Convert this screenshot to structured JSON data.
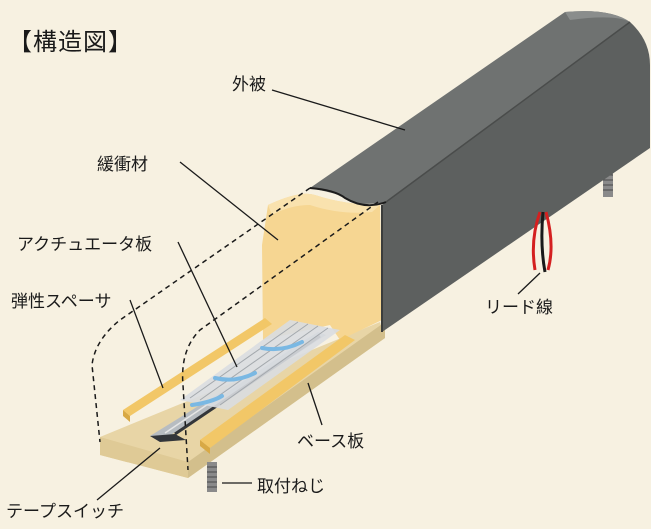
{
  "diagram": {
    "heading": "【構造図】",
    "labels": {
      "outer_cover": "外被",
      "cushion": "緩衝材",
      "actuator_plate": "アクチュエータ板",
      "elastic_spacer": "弾性スペーサ",
      "lead_wire": "リード線",
      "base_plate": "ベース板",
      "mounting_screw": "取付ねじ",
      "tape_switch": "テープスイッチ"
    },
    "colors": {
      "background": "#f7f1e1",
      "cover": "#5d605f",
      "cushion": "#f6d692",
      "base": "#e8d5a6",
      "lead_red": "#d42020"
    }
  }
}
